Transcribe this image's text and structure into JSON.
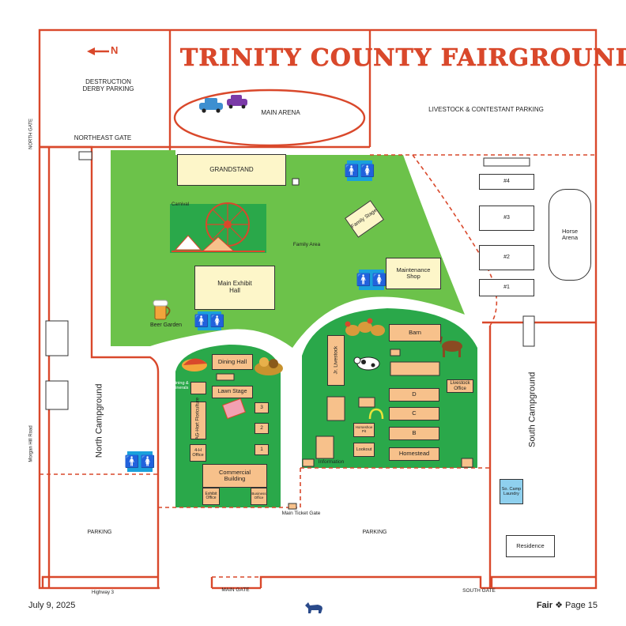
{
  "title": "TRINITY COUNTY FAIRGROUNDS",
  "north_arrow": "N",
  "areas": {
    "destruction_derby_parking": "DESTRUCTION DERBY PARKING",
    "main_arena": "MAIN ARENA",
    "livestock_parking": "LIVESTOCK & CONTESTANT PARKING",
    "northeast_gate": "NORTHEAST GATE",
    "north_gate": "NORTH GATE",
    "carnival": "Carnival",
    "family_area": "Family Area",
    "north_campground": "North Campground",
    "south_campground": "South Campground",
    "morgan_hill_road": "Morgan Hill Road",
    "parking_left": "PARKING",
    "parking_center": "PARKING",
    "main_ticket_gate": "Main Ticket Gate",
    "highway": "Highway 3",
    "main_gate": "MAIN GATE",
    "south_gate": "SOUTH GATE",
    "beer_garden": "Beer Garden",
    "information": "Information"
  },
  "buildings": {
    "grandstand": "GRANDSTAND",
    "family_stage": "Family Stage",
    "maintenance_shop": "Maintenance Shop",
    "main_exhibit_hall": "Main Exhibit Hall",
    "dining_hall": "Dining Hall",
    "lawn_stage": "Lawn Stage",
    "mining_minerals": "Mining & Minerals",
    "ag_hort": "AG-Hort Floriculture",
    "four_h": "4-H Office",
    "commercial": "Commercial Building",
    "exhibit_office": "Exhibit Office",
    "business_office": "Business Office",
    "num3": "3",
    "num2": "2",
    "num1": "1",
    "jr_livestock": "Jr. Livestock",
    "barn": "Barn",
    "livestock_office": "Livestock Office",
    "barn_d": "D",
    "barn_c": "C",
    "barn_b": "B",
    "homestead": "Homestead",
    "horseshoe_pit": "Horseshoe Pit",
    "lookout": "Lookout",
    "stall4": "#4",
    "stall3": "#3",
    "stall2": "#2",
    "stall1": "#1",
    "horse_arena": "Horse Arena",
    "laundry": "So. Camp Laundry",
    "residence": "Residence"
  },
  "footer": {
    "date": "July 9, 2025",
    "section": "Fair",
    "separator": "❖",
    "page": "Page 15"
  },
  "colors": {
    "border_red": "#d9482b",
    "lawn_green": "#6cc24a",
    "dark_green": "#2aa84a",
    "restroom_blue": "#1aa0dc"
  }
}
